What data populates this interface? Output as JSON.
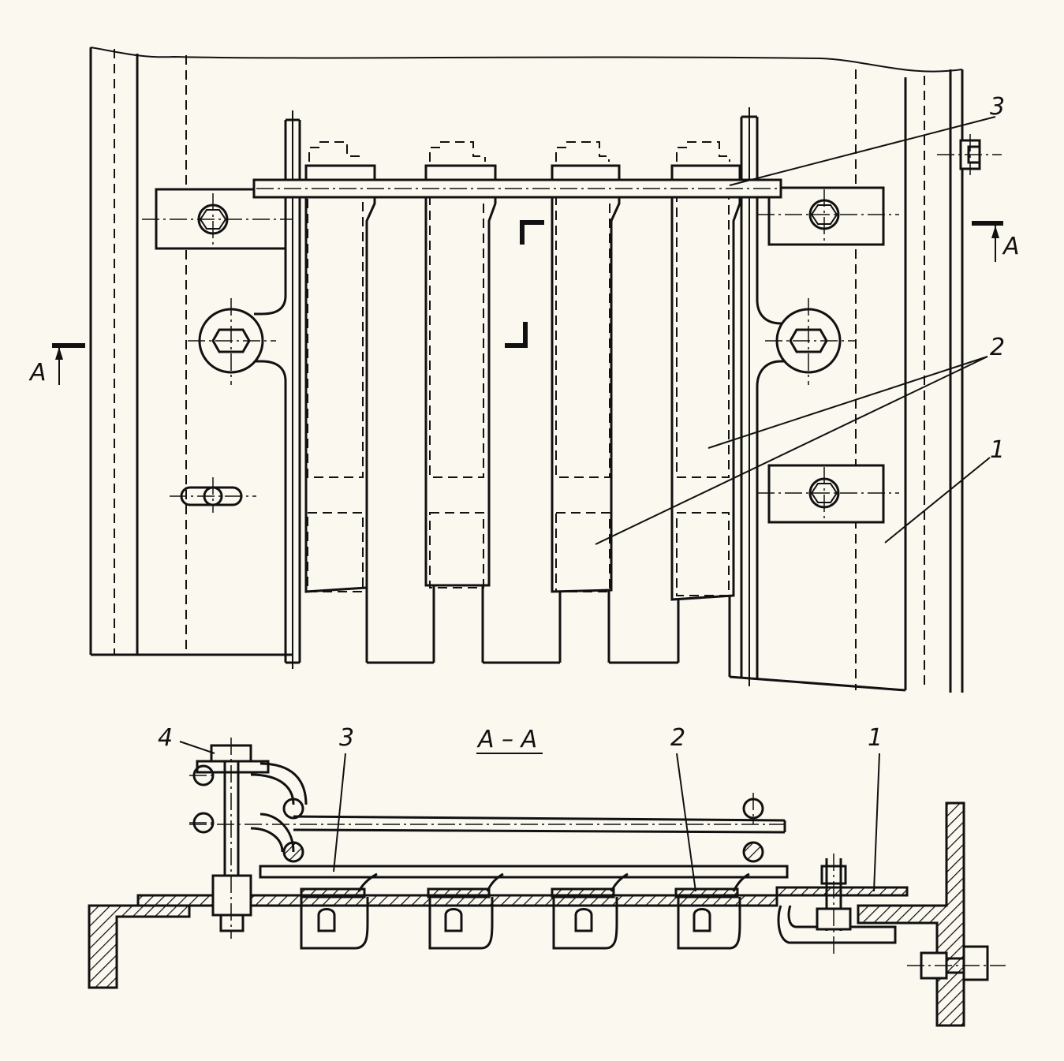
{
  "plan_view": {
    "leader_labels": [
      "3",
      "2",
      "1"
    ],
    "section_marker": {
      "left": "A",
      "right": "A"
    }
  },
  "section_view": {
    "title": "A – A",
    "leader_labels": [
      "4",
      "3",
      "2",
      "1"
    ]
  }
}
